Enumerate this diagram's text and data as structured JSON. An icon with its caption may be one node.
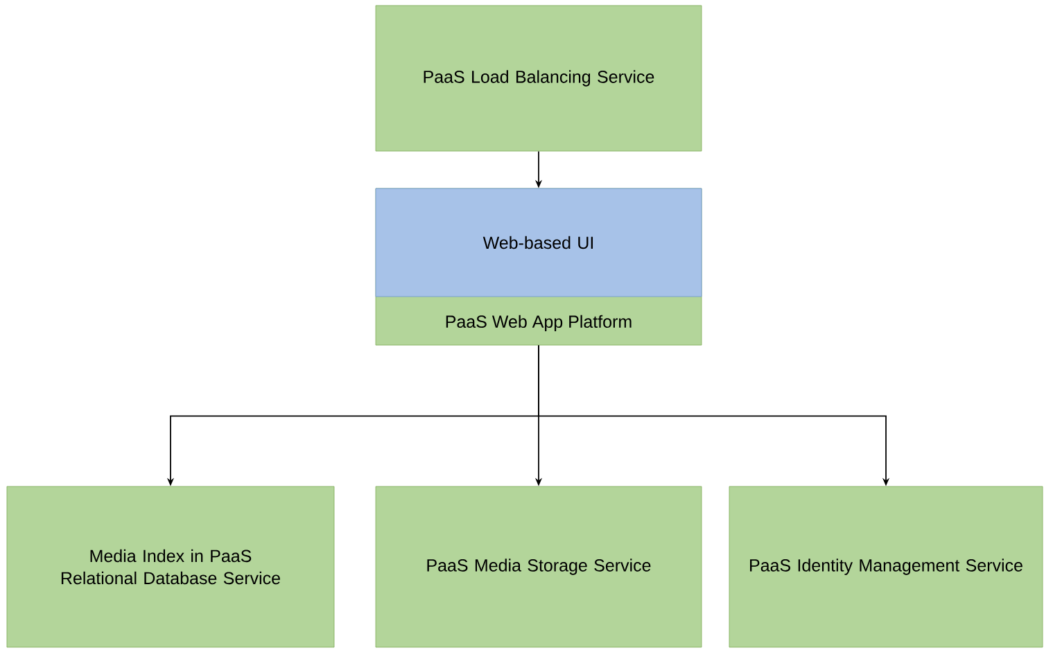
{
  "diagram": {
    "nodes": [
      {
        "text": [
          "PaaS Load Balancing Service"
        ]
      },
      {
        "text": [
          "PaaS Web App Platform"
        ]
      },
      {
        "text": [
          "Web-based UI"
        ],
        "in": 1
      },
      {
        "text": [
          "Media Index in PaaS Relational Database Service"
        ]
      },
      {
        "text": [
          "PaaS Media Storage Service"
        ]
      },
      {
        "text": [
          "PaaS Identity Management Service"
        ]
      }
    ],
    "edges": [
      {
        "from": 0,
        "to": 2,
        "arrow": "to"
      },
      {
        "from": 1,
        "to": 3,
        "arrow": "to"
      },
      {
        "from": 1,
        "to": 4,
        "arrow": "to"
      },
      {
        "from": 1,
        "to": 5,
        "arrow": "to"
      }
    ]
  }
}
